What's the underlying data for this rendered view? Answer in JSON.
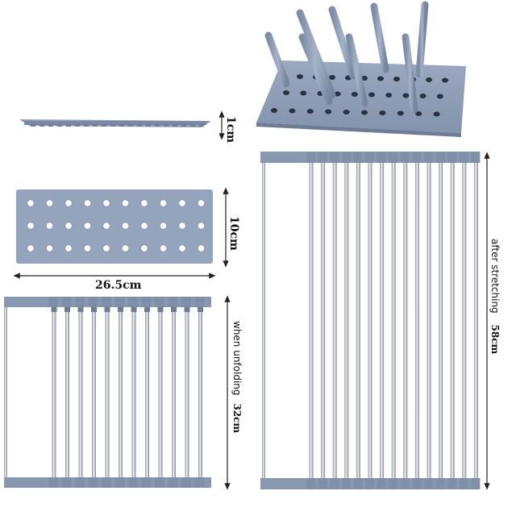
{
  "labels": {
    "thickness": "1cm",
    "height": "10cm",
    "width": "26.5cm",
    "unfold_prefix": "when unfolding",
    "unfold_value": "32cm",
    "stretch_prefix": "after stretching",
    "stretch_value": "58cm"
  },
  "colors": {
    "mat_blue_gray": "#8e9db6",
    "mat_dark": "#6e7d96",
    "steel_light": "#e4e8ee",
    "steel_dark": "#8b929c",
    "dimension_line": "#222222"
  },
  "components": {
    "drying_mat_holes": {
      "rows": 3,
      "cols": 10
    },
    "rack_small_rods": 12,
    "rack_large_rods": 15,
    "cup_holder_pegs": 8
  }
}
